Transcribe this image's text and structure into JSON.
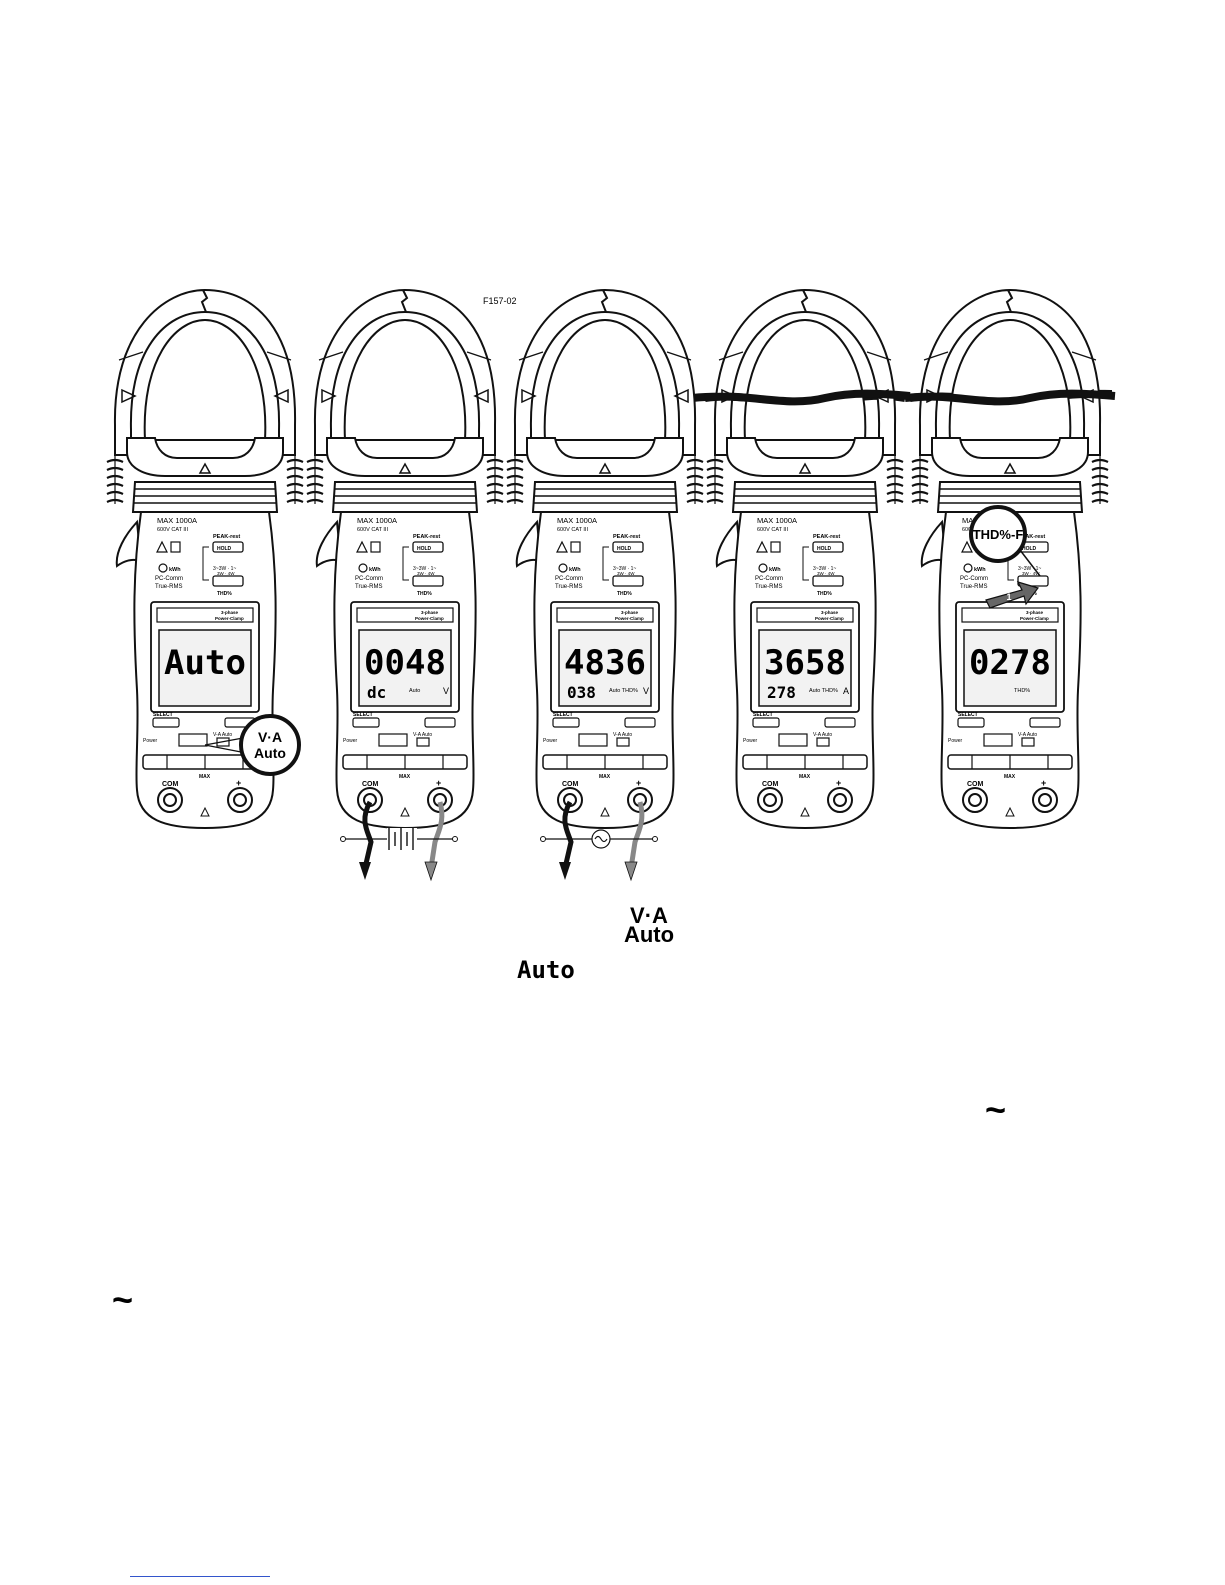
{
  "figure": {
    "id_label": "F157-02",
    "meters": [
      {
        "lcd_main": "Auto",
        "lcd_sub": "",
        "lcd_unit": "",
        "lcd_small": "",
        "callout": {
          "line1": "V·A",
          "line2": "Auto"
        },
        "conductor": false,
        "source": "none"
      },
      {
        "lcd_main": "0048",
        "lcd_sub": "dc",
        "lcd_unit": "V",
        "lcd_small": "Auto",
        "callout": null,
        "conductor": false,
        "source": "battery"
      },
      {
        "lcd_main": "4836",
        "lcd_sub": "038",
        "lcd_unit": "V",
        "lcd_small": "Auto THD%",
        "callout": null,
        "conductor": false,
        "source": "ac"
      },
      {
        "lcd_main": "3658",
        "lcd_sub": "278",
        "lcd_unit": "A",
        "lcd_small": "Auto THD%",
        "callout": null,
        "conductor": true,
        "source": "none"
      },
      {
        "lcd_main": "0278",
        "lcd_sub": "",
        "lcd_unit": "",
        "lcd_small": "THD%",
        "callout": {
          "line1": "THD%-F",
          "line2": ""
        },
        "step_badge": "1",
        "conductor": true,
        "source": "none"
      }
    ],
    "labels": {
      "max_rating": "MAX 1000A",
      "cat_rating": "600V CAT III",
      "peak_hold": "PEAK-rest",
      "hold": "HOLD",
      "kwh": "kWh",
      "phase_wire": "3~3W · 1~",
      "phase_wire2": "3W · 4W",
      "pc_comm": "PC-Comm",
      "true_rms": "True-RMS",
      "thd": "THD%",
      "brand_line1": "3-phase",
      "brand_line2": "Power-Clamp",
      "select": "SELECT",
      "power": "Power",
      "va_auto": "V-A Auto",
      "com": "COM",
      "max": "MAX",
      "plus": "+"
    }
  },
  "body_symbols": {
    "va_line1": "V·A",
    "va_line2": "Auto",
    "lcd_auto": "Auto",
    "sine_symbol": "~"
  },
  "colors": {
    "ink": "#111111",
    "link": "#3355cc",
    "lcd_bg": "#f2f2f2"
  }
}
